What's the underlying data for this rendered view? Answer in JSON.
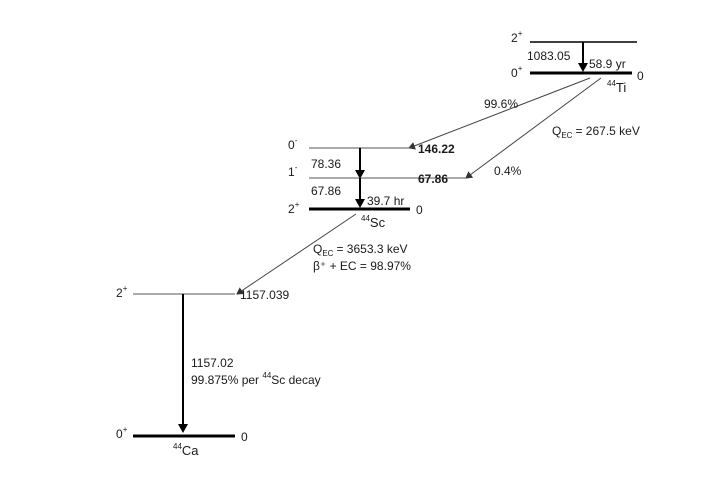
{
  "ti": {
    "excited": {
      "spin": "2",
      "parity": "+"
    },
    "gamma_energy": "1083.05",
    "ground": {
      "spin": "0",
      "parity": "+"
    },
    "halflife": "58.9 yr",
    "ground_energy": "0",
    "nuclide": {
      "mass": "44",
      "symbol": "Ti"
    },
    "branch_main": "99.6%",
    "branch_minor": "0.4%",
    "q_value": {
      "prefix": "Q",
      "sub": "EC",
      "value": "= 267.5 keV"
    }
  },
  "sc": {
    "level_top": {
      "spin": "0",
      "parity": "-",
      "energy": "146.22"
    },
    "level_mid": {
      "spin": "1",
      "parity": "-",
      "energy": "67.86"
    },
    "gamma_top": "78.36",
    "gamma_bottom": "67.86",
    "ground": {
      "spin": "2",
      "parity": "+",
      "energy": "0"
    },
    "halflife": "39.7 hr",
    "nuclide": {
      "mass": "44",
      "symbol": "Sc"
    },
    "q_value": {
      "prefix": "Q",
      "sub": "EC",
      "value": "= 3653.3 keV"
    },
    "branch": "β⁺ + EC = 98.97%"
  },
  "ca": {
    "excited": {
      "spin": "2",
      "parity": "+",
      "energy": "1157.039"
    },
    "gamma_energy": "1157.02",
    "gamma_intensity": {
      "before": "99.875% per ",
      "mass": "44",
      "after": "Sc decay"
    },
    "ground": {
      "spin": "0",
      "parity": "+",
      "energy": "0"
    },
    "nuclide": {
      "mass": "44",
      "symbol": "Ca"
    }
  }
}
